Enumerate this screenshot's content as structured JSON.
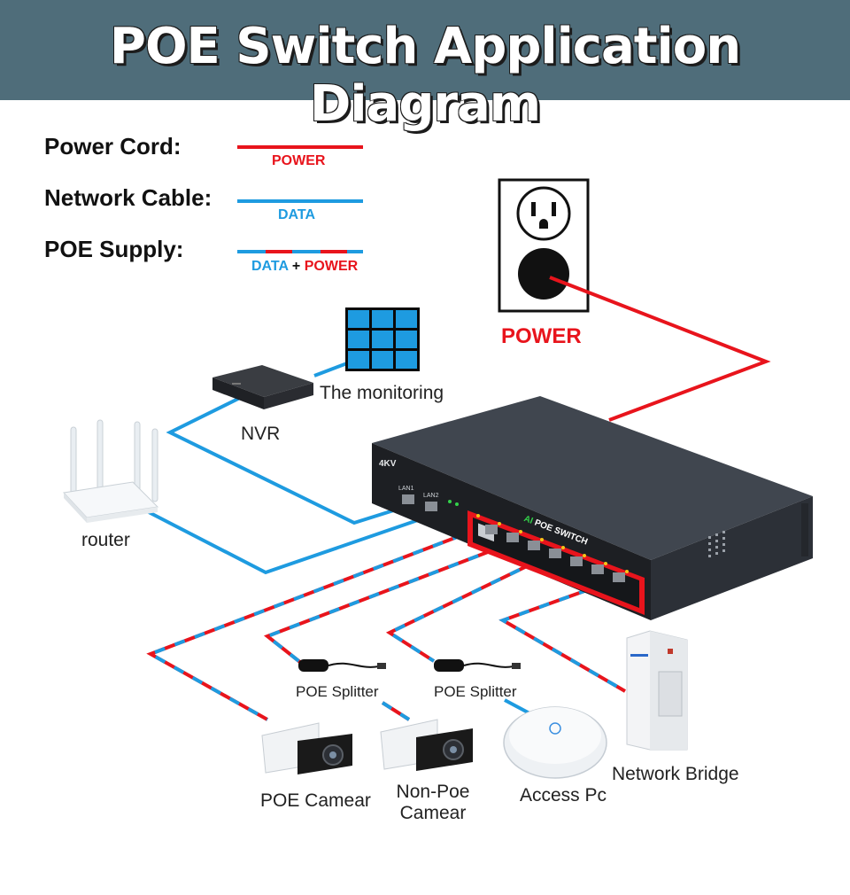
{
  "title": "POE Switch Application Diagram",
  "legend": {
    "power_cord_label": "Power Cord:",
    "power_cord_tag": "POWER",
    "network_cable_label": "Network Cable:",
    "network_cable_tag": "DATA",
    "poe_supply_label": "POE Supply:",
    "poe_supply_tag_data": "DATA",
    "poe_supply_tag_plus": "+",
    "poe_supply_tag_power": "POWER"
  },
  "colors": {
    "power": "#e8141c",
    "data": "#1e9be0",
    "banner": "#4f6d7a",
    "switch_body": "#40464f",
    "switch_front": "#1d1f23"
  },
  "outlet_label": "POWER",
  "nodes": {
    "monitoring": "The monitoring",
    "nvr": "NVR",
    "router": "router",
    "poe_splitter_1": "POE Splitter",
    "poe_splitter_2": "POE Splitter",
    "poe_camera": "POE Camear",
    "non_poe_camera_line1": "Non-Poe",
    "non_poe_camera_line2": "Camear",
    "access_point": "Access Pc",
    "network_bridge": "Network Bridge"
  },
  "switch": {
    "brand": "4KV",
    "model_prefix": "AI",
    "model": "POE SWITCH",
    "lan1": "LAN1",
    "lan2": "LAN2"
  }
}
